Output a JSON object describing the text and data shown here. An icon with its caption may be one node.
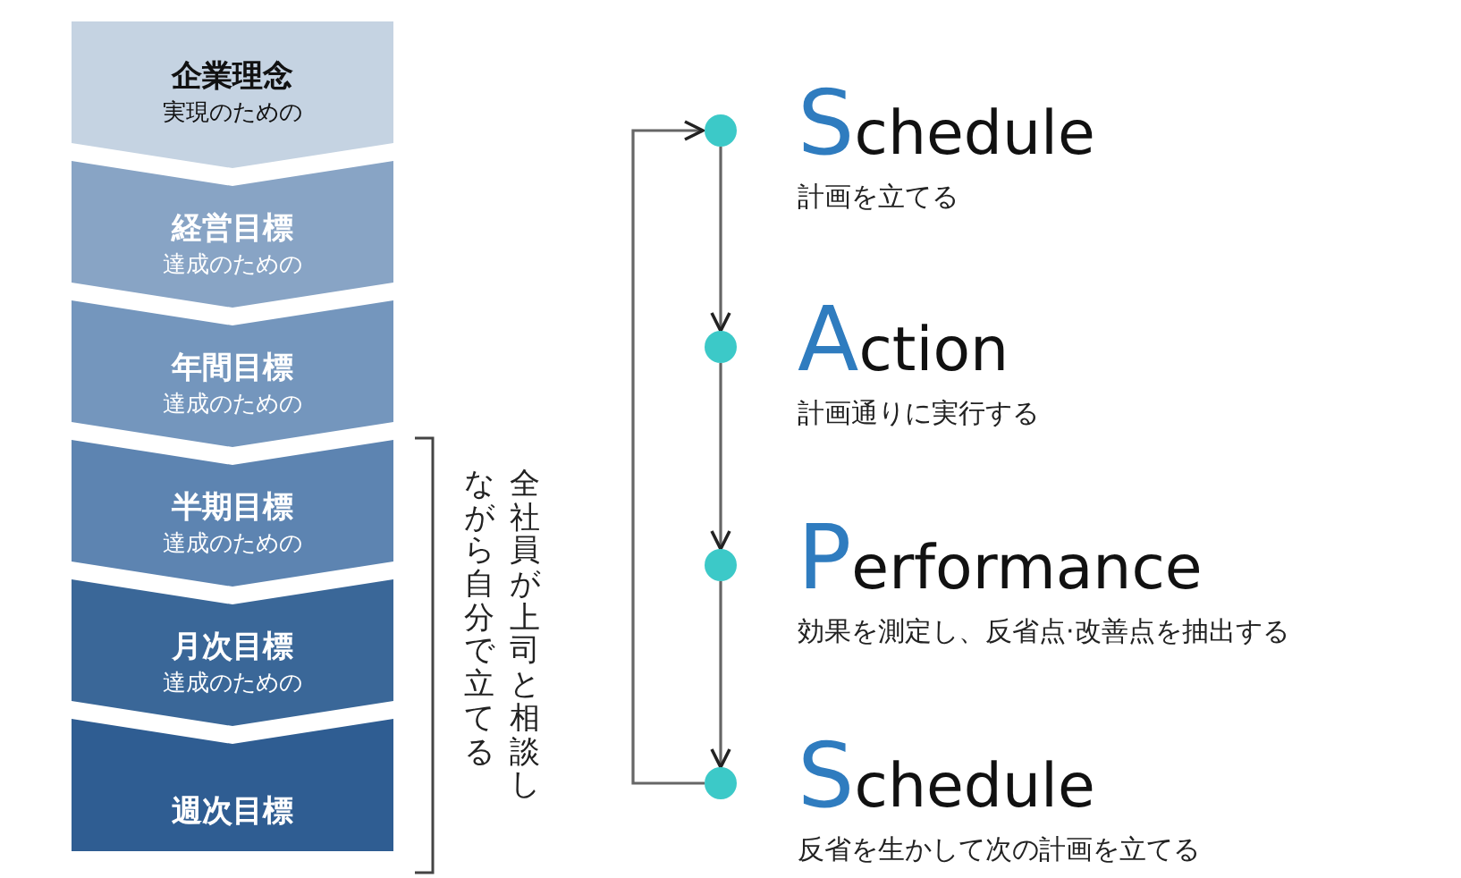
{
  "diagram": {
    "nodes": [
      {
        "text": [
          "企業理念",
          "実現のための"
        ]
      },
      {
        "text": [
          "経営目標",
          "達成のための"
        ]
      },
      {
        "text": [
          "年間目標",
          "達成のための"
        ]
      },
      {
        "text": [
          "半期目標",
          "達成のための"
        ]
      },
      {
        "text": [
          "月次目標",
          "達成のための"
        ]
      },
      {
        "text": [
          "週次目標"
        ]
      },
      {
        "text": [],
        "shape": "circle",
        "beside": [
          "Schedule",
          "計画を立てる"
        ]
      },
      {
        "text": [],
        "shape": "circle",
        "beside": [
          "Action",
          "計画通りに実行する"
        ]
      },
      {
        "text": [],
        "shape": "circle",
        "beside": [
          "Performance",
          "効果を測定し、反省点·改善点を抽出する"
        ]
      },
      {
        "text": [],
        "shape": "circle",
        "beside": [
          "Schedule",
          "反省を生かして次の計画を立てる"
        ]
      }
    ],
    "edges": [
      {
        "from": 6,
        "to": 7,
        "arrow": "to"
      },
      {
        "from": 7,
        "to": 8,
        "arrow": "to"
      },
      {
        "from": 8,
        "to": 9,
        "arrow": "to"
      },
      {
        "from": 9,
        "to": 6,
        "arrow": "to"
      }
    ],
    "labels": [
      "全社員が上司と相談しながら自分で立てる"
    ]
  }
}
